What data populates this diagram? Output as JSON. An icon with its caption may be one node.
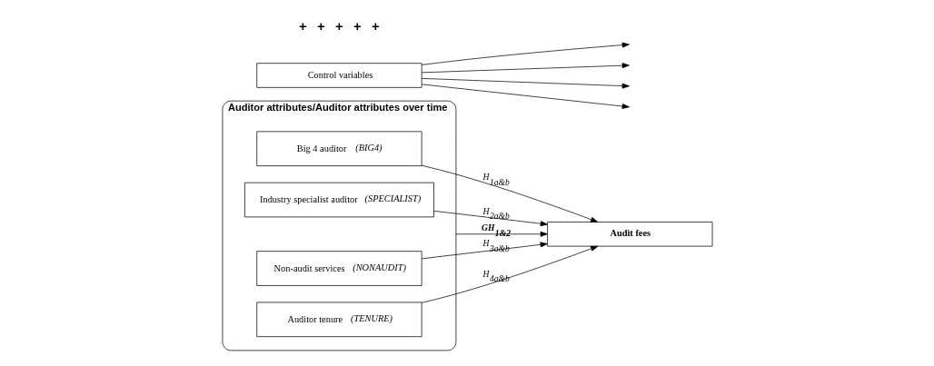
{
  "diagram": {
    "nodes": [
      {
        "text": [
          "Auditor attributes/Auditor attributes over time"
        ]
      },
      {
        "text": [
          "Big 4 auditor *(BIG4)*"
        ],
        "in": 0
      },
      {
        "text": [
          "Industry specialist auditor *(SPECIALIST)*"
        ],
        "in": 0
      },
      {
        "text": [
          "Non-audit services *(NONAUDIT)*"
        ],
        "in": 0
      },
      {
        "text": [
          "Auditor tenure *(TENURE)*"
        ],
        "in": 0
      },
      {
        "text": [
          "Audit fees"
        ]
      },
      {
        "text": [
          "Control variables"
        ]
      }
    ],
    "edges": [
      {
        "from": 1,
        "to": 5,
        "arrow": "to",
        "label": "H$_{1a&b}$"
      },
      {
        "from": 2,
        "to": 5,
        "arrow": "to",
        "label": "H$_{2a&b}$"
      },
      {
        "from": 0,
        "to": 5,
        "arrow": "to",
        "label": "GH$_{1&2}$"
      },
      {
        "from": 3,
        "to": 5,
        "arrow": "to",
        "label": "H$_{3a&b}$"
      },
      {
        "from": 4,
        "to": 5,
        "arrow": "to",
        "label": "H$_{4a&b}$"
      },
      {
        "from": 6,
        "to": null,
        "arrow": "to"
      },
      {
        "from": 6,
        "to": null,
        "arrow": "to"
      },
      {
        "from": 6,
        "to": null,
        "arrow": "to"
      },
      {
        "from": 6,
        "to": null,
        "arrow": "to"
      }
    ],
    "labels": [
      "+",
      "+",
      "+",
      "+",
      "+"
    ]
  }
}
